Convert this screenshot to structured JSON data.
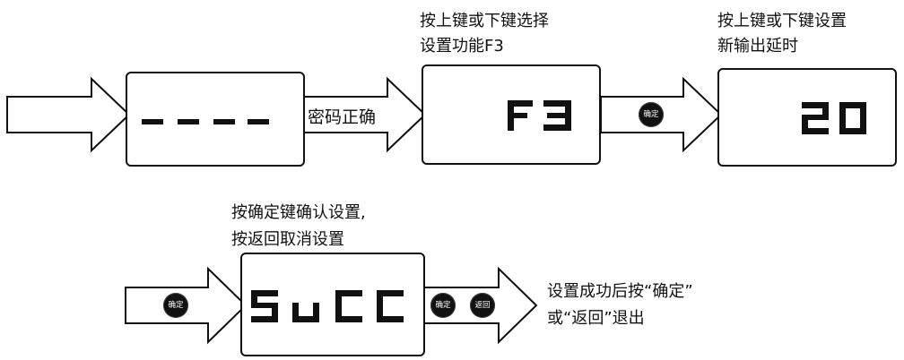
{
  "step1": {
    "display": "----"
  },
  "arrow1_label": "密码正确",
  "step2": {
    "caption_line1": "按上键或下键选择",
    "caption_line2": "设置功能F3",
    "display": "F3"
  },
  "step3": {
    "caption_line1": "按上键或下键设置",
    "caption_line2": "新输出延时",
    "display": "20"
  },
  "step4": {
    "caption_line1": "按确定键确认设置,",
    "caption_line2": "按返回取消设置",
    "display": "SUCC"
  },
  "buttons": {
    "confirm": "确定",
    "back": "返回"
  },
  "final_note": {
    "line1": "设置成功后按“确定”",
    "line2": "或“返回”退出"
  },
  "colors": {
    "ink": "#111111",
    "background": "#ffffff"
  }
}
